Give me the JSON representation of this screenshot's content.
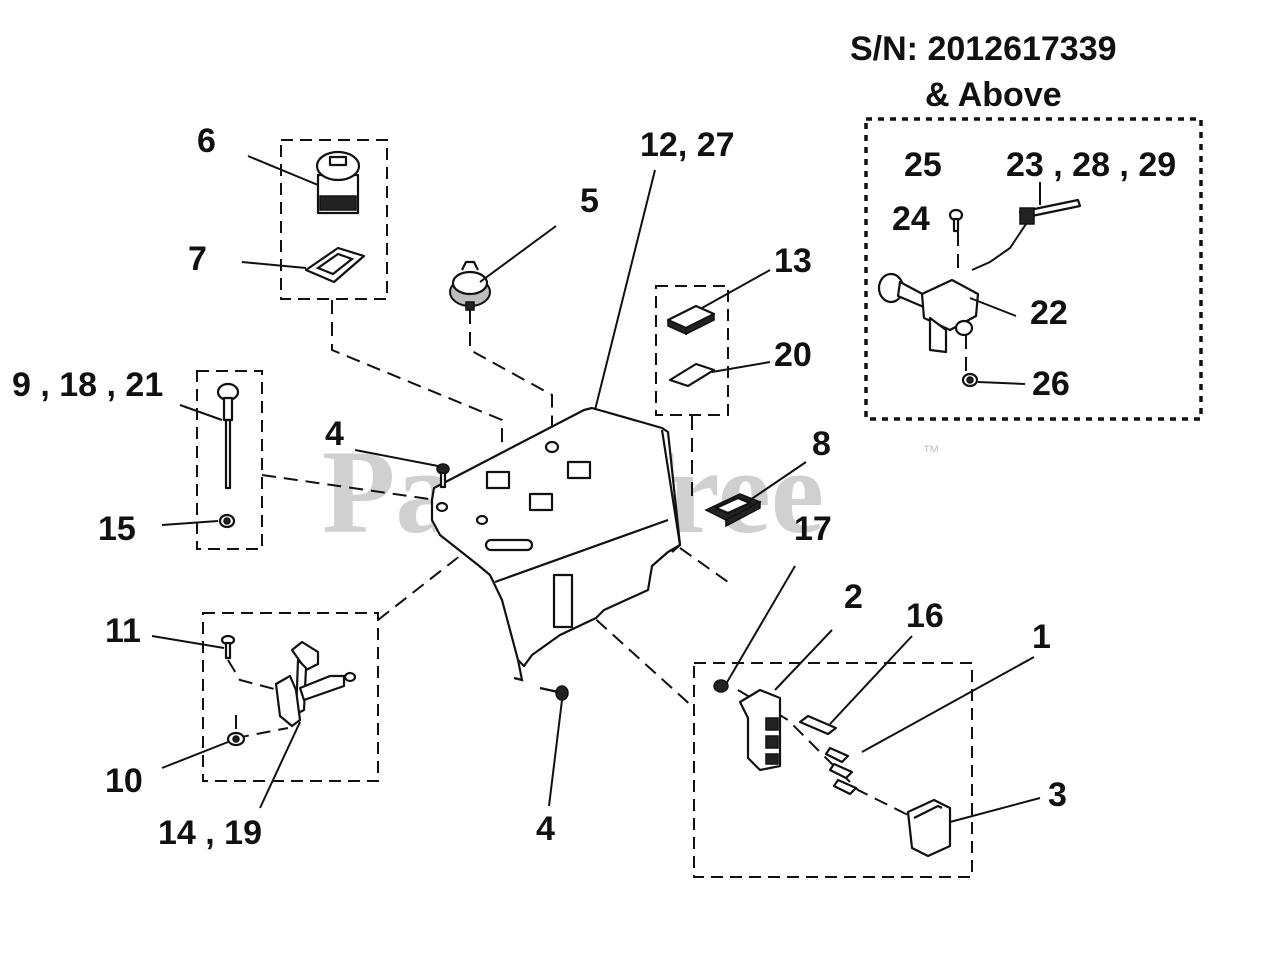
{
  "serial_note": {
    "line1": "S/N: 2012617339",
    "line2": "& Above"
  },
  "watermark": {
    "brand": "PartsTree",
    "trademark": "™"
  },
  "callouts": {
    "c6": "6",
    "c7": "7",
    "c5": "5",
    "c12_27": "12, 27",
    "c13": "13",
    "c20": "20",
    "c9_18_21": "9 , 18 , 21",
    "c15": "15",
    "c4a": "4",
    "c8": "8",
    "c17": "17",
    "c2": "2",
    "c16": "16",
    "c1": "1",
    "c3": "3",
    "c11": "11",
    "c10": "10",
    "c14_19": "14 , 19",
    "c4b": "4",
    "c25": "25",
    "c23_28_29": "23 , 28 , 29",
    "c24": "24",
    "c22": "22",
    "c26": "26"
  }
}
